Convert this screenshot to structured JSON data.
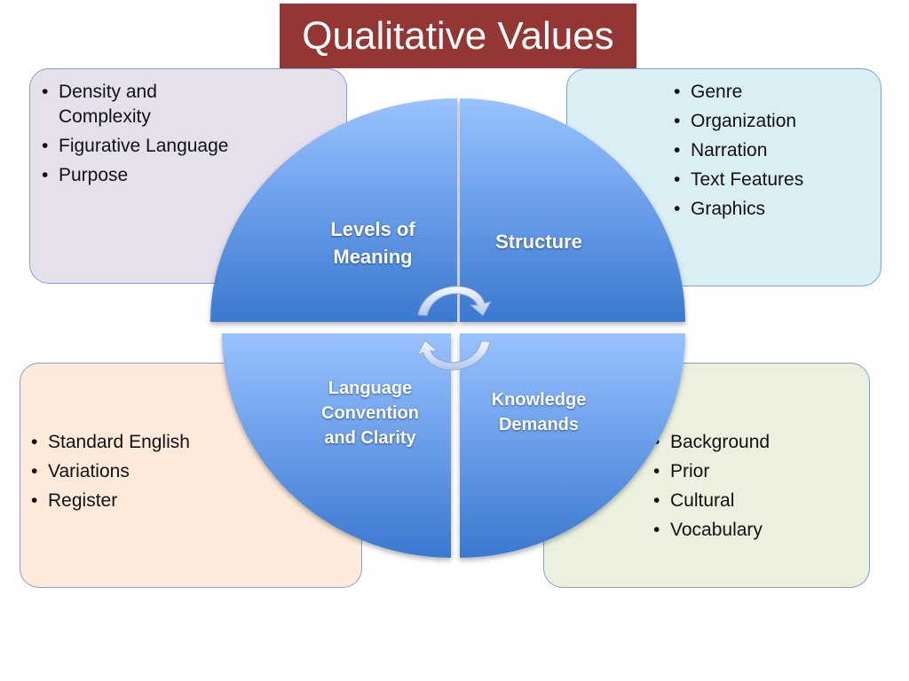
{
  "title": "Qualitative Values",
  "colors": {
    "title_bg": "#943634",
    "box_tl_bg": "#e5e0ec",
    "box_tr_bg": "#dbeef4",
    "box_bl_bg": "#fdeada",
    "box_br_bg": "#ebf1de",
    "circle_light": "#99c2ff",
    "circle_dark": "#3a78d0"
  },
  "quadrants": {
    "top_left": {
      "label": "Levels of Meaning",
      "items": [
        "Density and Complexity",
        "Figurative Language",
        "Purpose"
      ]
    },
    "top_right": {
      "label": "Structure",
      "items": [
        "Genre",
        "Organization",
        "Narration",
        "Text Features",
        "Graphics"
      ]
    },
    "bottom_left": {
      "label": "Language Convention and Clarity",
      "items": [
        "Standard English",
        "Variations",
        "Register"
      ]
    },
    "bottom_right": {
      "label": "Knowledge Demands",
      "items": [
        "Background",
        "Prior",
        "Cultural",
        "Vocabulary"
      ]
    }
  },
  "icons": {
    "cycle": "cycle-arrows-icon"
  }
}
